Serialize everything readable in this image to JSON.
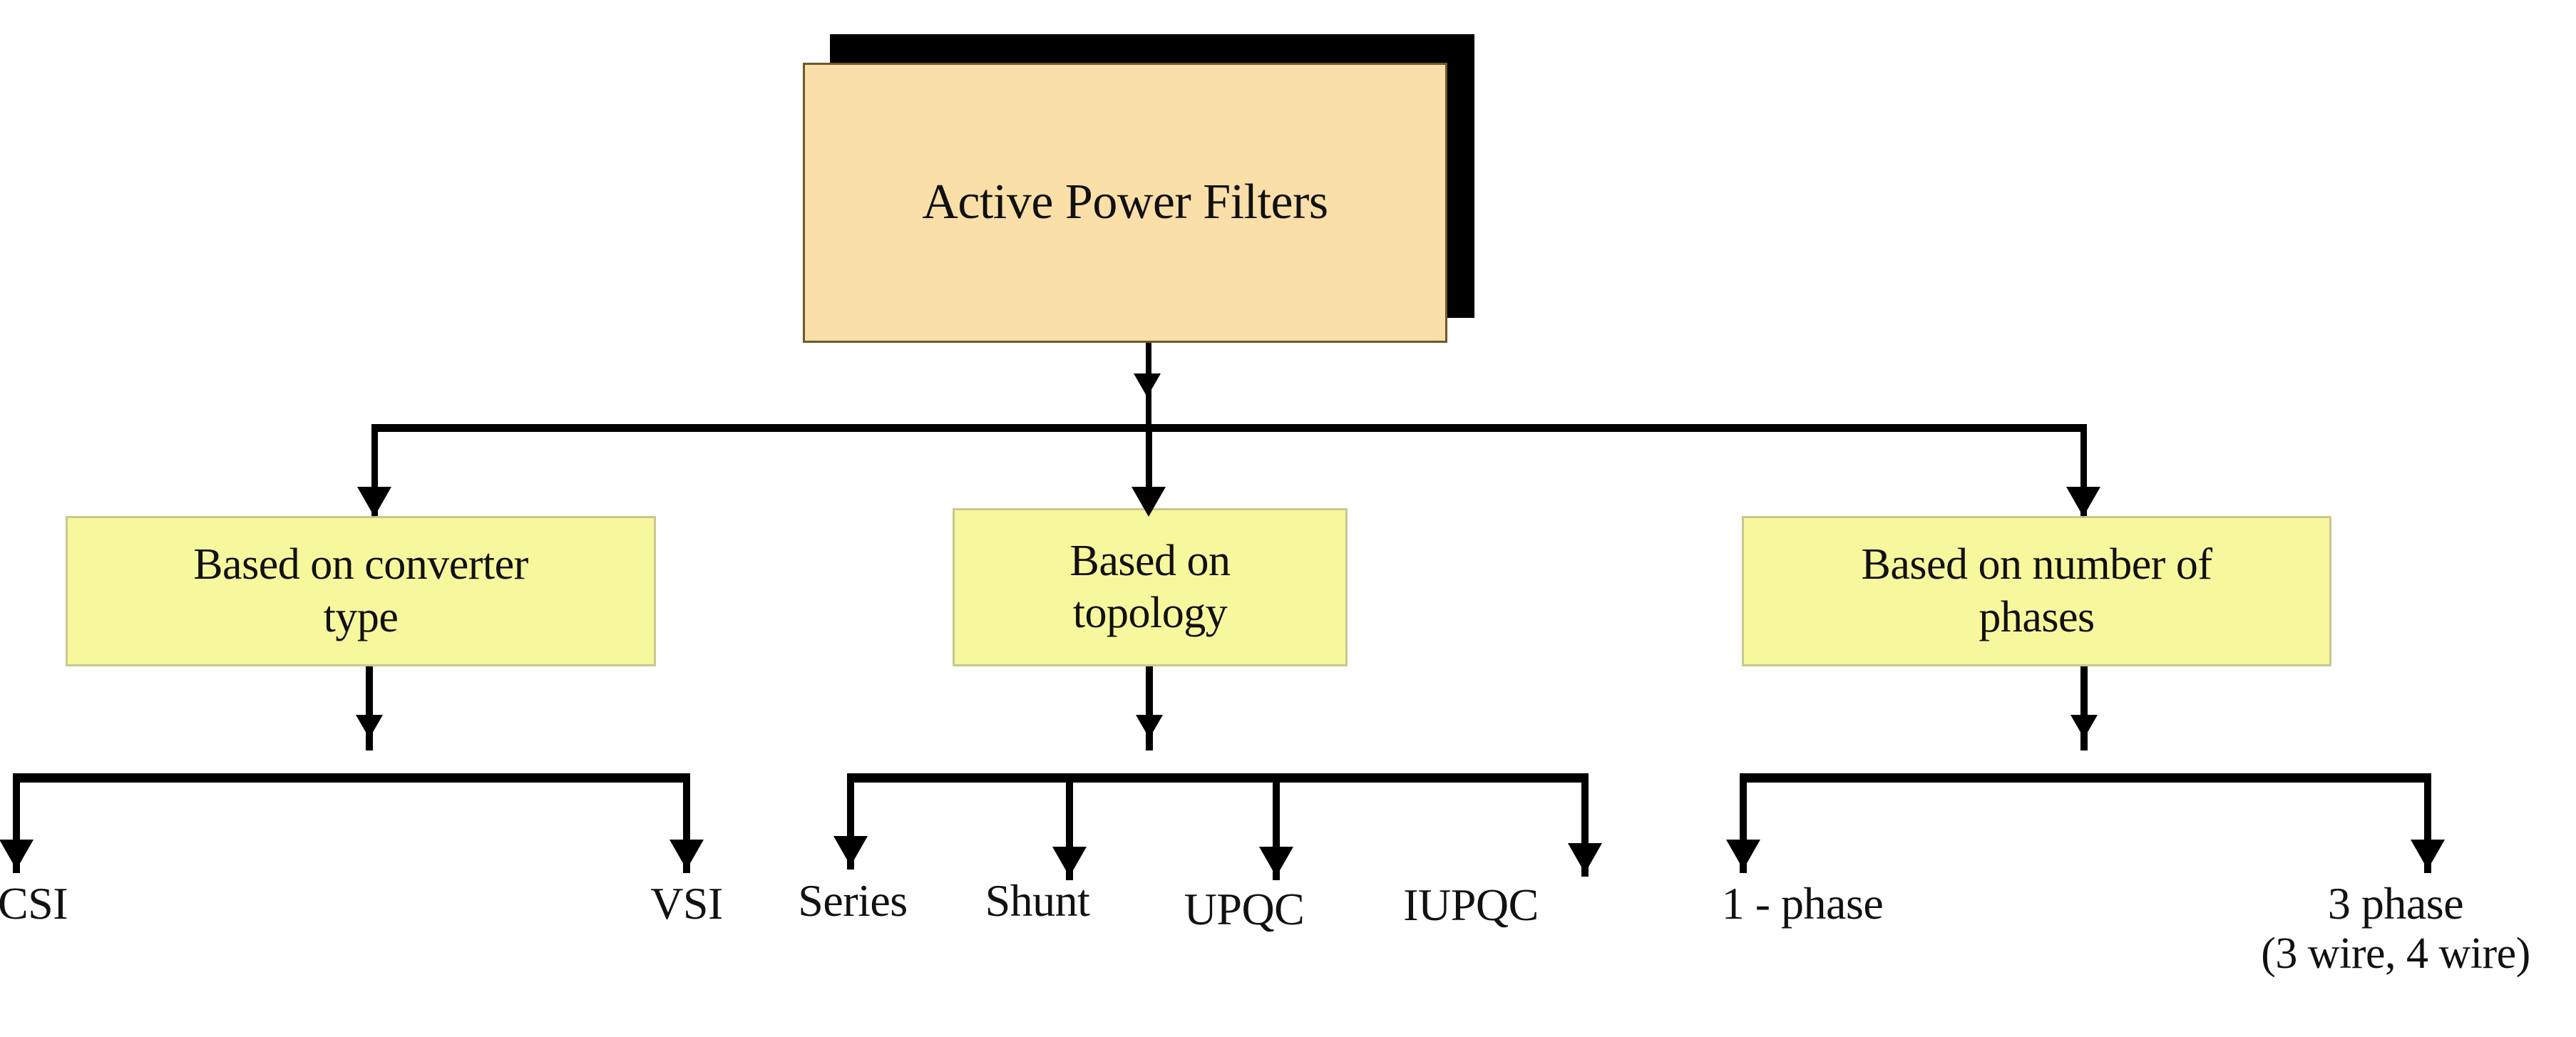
{
  "diagram": {
    "title": "Active Power Filters classification tree",
    "type": "tree-diagram",
    "colors": {
      "root_fill": "#fbdfa8",
      "root_border": "#6b5a2a",
      "root_shadow": "#000000",
      "level2_fill": "#f7f79e",
      "level2_border": "#c9c98e",
      "connector": "#000000",
      "text": "#111111",
      "background": "#ffffff"
    },
    "root": {
      "label": "Active Power Filters"
    },
    "branches": [
      {
        "id": "converter-type",
        "label_line1": "Based on converter",
        "label_line2": "type",
        "leaves": [
          {
            "id": "csi",
            "label": "CSI",
            "sub": ""
          },
          {
            "id": "vsi",
            "label": "VSI",
            "sub": ""
          }
        ]
      },
      {
        "id": "topology",
        "label_line1": "Based on",
        "label_line2": "topology",
        "leaves": [
          {
            "id": "series",
            "label": "Series",
            "sub": ""
          },
          {
            "id": "shunt",
            "label": "Shunt",
            "sub": ""
          },
          {
            "id": "upqc",
            "label": "UPQC",
            "sub": ""
          },
          {
            "id": "iupqc",
            "label": "IUPQC",
            "sub": ""
          }
        ]
      },
      {
        "id": "number-of-phases",
        "label_line1": "Based on number of",
        "label_line2": "phases",
        "leaves": [
          {
            "id": "one-phase",
            "label": "1 - phase",
            "sub": ""
          },
          {
            "id": "three-phase",
            "label": "3 phase",
            "sub": "(3 wire, 4 wire)"
          }
        ]
      }
    ]
  }
}
